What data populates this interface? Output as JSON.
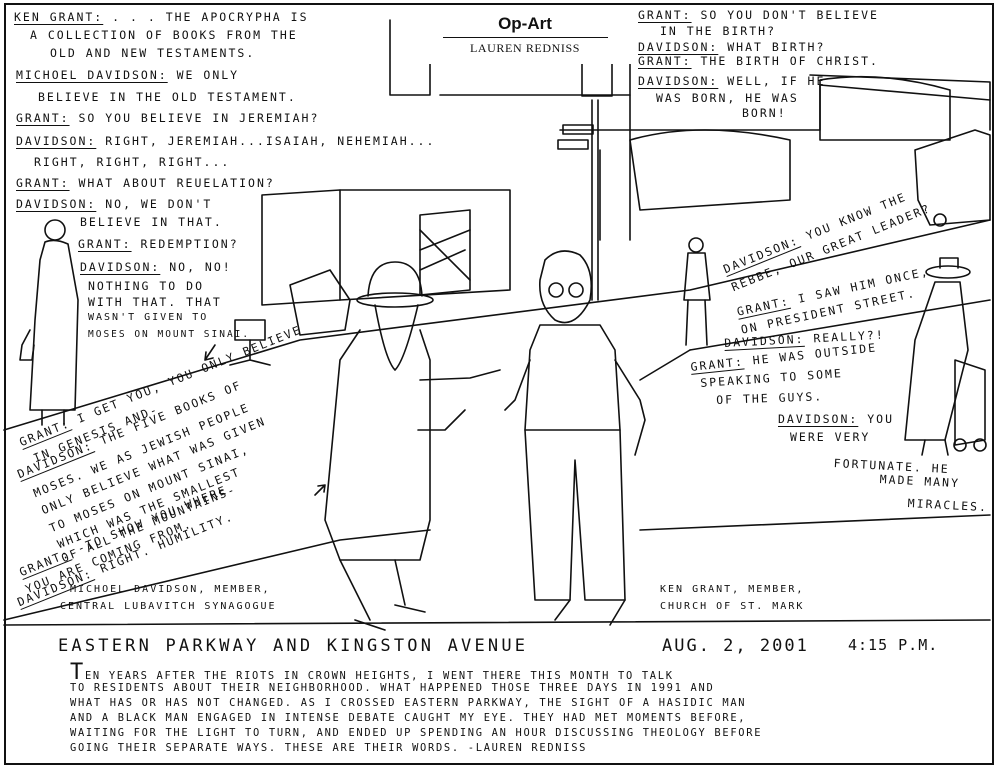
{
  "masthead": {
    "section": "Op-Art",
    "author": "LAUREN REDNISS"
  },
  "dialogue_left": [
    {
      "speaker": "KEN GRANT:",
      "text": " . . . THE APOCRYPHA IS"
    },
    {
      "speaker": "",
      "text": "A COLLECTION OF BOOKS FROM THE"
    },
    {
      "speaker": "",
      "text": "OLD AND NEW TESTAMENTS."
    },
    {
      "speaker": "MICHOEL DAVIDSON:",
      "text": " WE ONLY"
    },
    {
      "speaker": "",
      "text": "BELIEVE IN THE OLD TESTAMENT."
    },
    {
      "speaker": "GRANT:",
      "text": " SO YOU BELIEVE IN JEREMIAH?"
    },
    {
      "speaker": "DAVIDSON:",
      "text": " RIGHT, JEREMIAH...ISAIAH, NEHEMIAH..."
    },
    {
      "speaker": "",
      "text": "RIGHT, RIGHT, RIGHT..."
    },
    {
      "speaker": "GRANT:",
      "text": " WHAT ABOUT REUELATION?"
    },
    {
      "speaker": "DAVIDSON:",
      "text": " NO, WE DON'T"
    },
    {
      "speaker": "",
      "text": "BELIEVE IN THAT."
    },
    {
      "speaker": "GRANT:",
      "text": " REDEMPTION?"
    },
    {
      "speaker": "DAVIDSON:",
      "text": " NO, NO!"
    },
    {
      "speaker": "",
      "text": "NOTHING TO DO"
    },
    {
      "speaker": "",
      "text": "WITH THAT. THAT"
    },
    {
      "speaker": "",
      "text": "WASN'T GIVEN TO"
    },
    {
      "speaker": "",
      "text": "MOSES ON MOUNT SINAI."
    }
  ],
  "dialogue_top_right": [
    {
      "speaker": "GRANT:",
      "text": " SO YOU DON'T BELIEVE"
    },
    {
      "speaker": "",
      "text": "IN THE BIRTH?"
    },
    {
      "speaker": "DAVIDSON:",
      "text": " WHAT BIRTH?"
    },
    {
      "speaker": "GRANT:",
      "text": " THE BIRTH OF CHRIST."
    },
    {
      "speaker": "DAVIDSON:",
      "text": " WELL, IF HE"
    },
    {
      "speaker": "",
      "text": "WAS BORN, HE WAS"
    },
    {
      "speaker": "",
      "text": "BORN!"
    }
  ],
  "dialogue_right": [
    {
      "speaker": "DAVIDSON:",
      "text": " YOU KNOW THE"
    },
    {
      "speaker": "",
      "text": "REBBE, OUR GREAT LEADER?"
    },
    {
      "speaker": "GRANT:",
      "text": " I SAW HIM ONCE,"
    },
    {
      "speaker": "",
      "text": "ON PRESIDENT STREET."
    },
    {
      "speaker": "DAVIDSON:",
      "text": " REALLY?!"
    },
    {
      "speaker": "GRANT:",
      "text": " HE WAS OUTSIDE"
    },
    {
      "speaker": "",
      "text": "SPEAKING TO SOME"
    },
    {
      "speaker": "",
      "text": "OF THE GUYS."
    },
    {
      "speaker": "DAVIDSON:",
      "text": " YOU"
    },
    {
      "speaker": "",
      "text": "WERE VERY"
    },
    {
      "speaker": "",
      "text": "FORTUNATE. HE"
    },
    {
      "speaker": "",
      "text": "MADE MANY"
    },
    {
      "speaker": "",
      "text": "MIRACLES."
    }
  ],
  "dialogue_bottom_left": [
    {
      "speaker": "GRANT:",
      "text": " I GET YOU, YOU ONLY BELIEVE"
    },
    {
      "speaker": "",
      "text": "IN GENESIS AND-"
    },
    {
      "speaker": "DAVIDSON:",
      "text": " THE FIVE BOOKS OF"
    },
    {
      "speaker": "",
      "text": "MOSES. WE AS JEWISH PEOPLE"
    },
    {
      "speaker": "",
      "text": "ONLY BELIEVE WHAT WAS GIVEN"
    },
    {
      "speaker": "",
      "text": "TO MOSES ON MOUNT SINAI,"
    },
    {
      "speaker": "",
      "text": "WHICH WAS THE SMALLEST"
    },
    {
      "speaker": "",
      "text": "OF ALL THE MOUNTAINS-"
    },
    {
      "speaker": "GRANT:",
      "text": " -TO SHOW YOU WHERE"
    },
    {
      "speaker": "",
      "text": "YOU ARE COMING FROM."
    },
    {
      "speaker": "DAVIDSON:",
      "text": " RIGHT. HUMILITY."
    }
  ],
  "captions": {
    "davidson_1": "MICHOEL DAVIDSON, MEMBER,",
    "davidson_2": "CENTRAL LUBAVITCH SYNAGOGUE",
    "grant_1": "KEN GRANT, MEMBER,",
    "grant_2": "CHURCH OF ST. MARK"
  },
  "footer": {
    "location": "EASTERN PARKWAY AND KINGSTON AVENUE",
    "date": "AUG. 2, 2001",
    "time": "4:15 P.M.",
    "dropcap": "T",
    "lines": [
      "EN YEARS AFTER THE RIOTS IN CROWN HEIGHTS, I WENT THERE THIS MONTH TO TALK",
      "TO RESIDENTS ABOUT THEIR NEIGHBORHOOD. WHAT HAPPENED THOSE THREE DAYS IN 1991 AND",
      "WHAT HAS OR HAS NOT CHANGED. AS I CROSSED EASTERN PARKWAY, THE SIGHT OF A HASIDIC MAN",
      "AND A BLACK MAN ENGAGED IN INTENSE DEBATE CAUGHT MY EYE. THEY HAD MET MOMENTS BEFORE,",
      "WAITING FOR THE LIGHT TO TURN, AND ENDED UP SPENDING AN HOUR DISCUSSING THEOLOGY BEFORE",
      "GOING THEIR SEPARATE WAYS. THESE ARE THEIR WORDS. -LAUREN REDNISS"
    ]
  }
}
